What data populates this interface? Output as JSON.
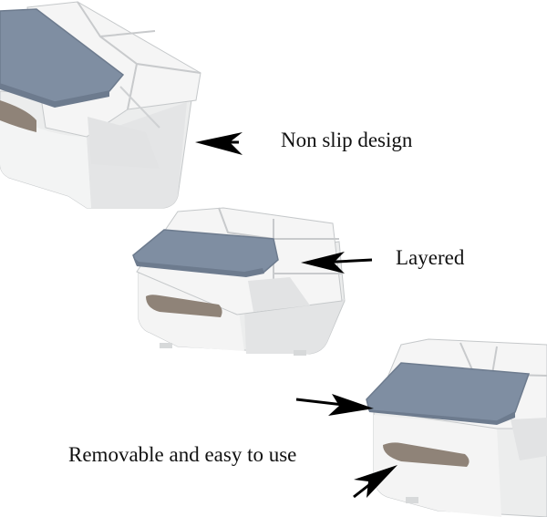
{
  "captions": {
    "non_slip": "Non slip design",
    "layered": "Layered",
    "removable": "Removable and easy to use"
  },
  "colors": {
    "background": "#ffffff",
    "box_body": "#eceded",
    "box_body_light": "#f6f6f6",
    "box_shade": "#d7d9da",
    "box_edge": "#c5c8ca",
    "lid": "#7f8ea2",
    "lid_edge": "#6d7b8e",
    "slot": "#8f8378",
    "arrow": "#000000",
    "text": "#111111"
  }
}
